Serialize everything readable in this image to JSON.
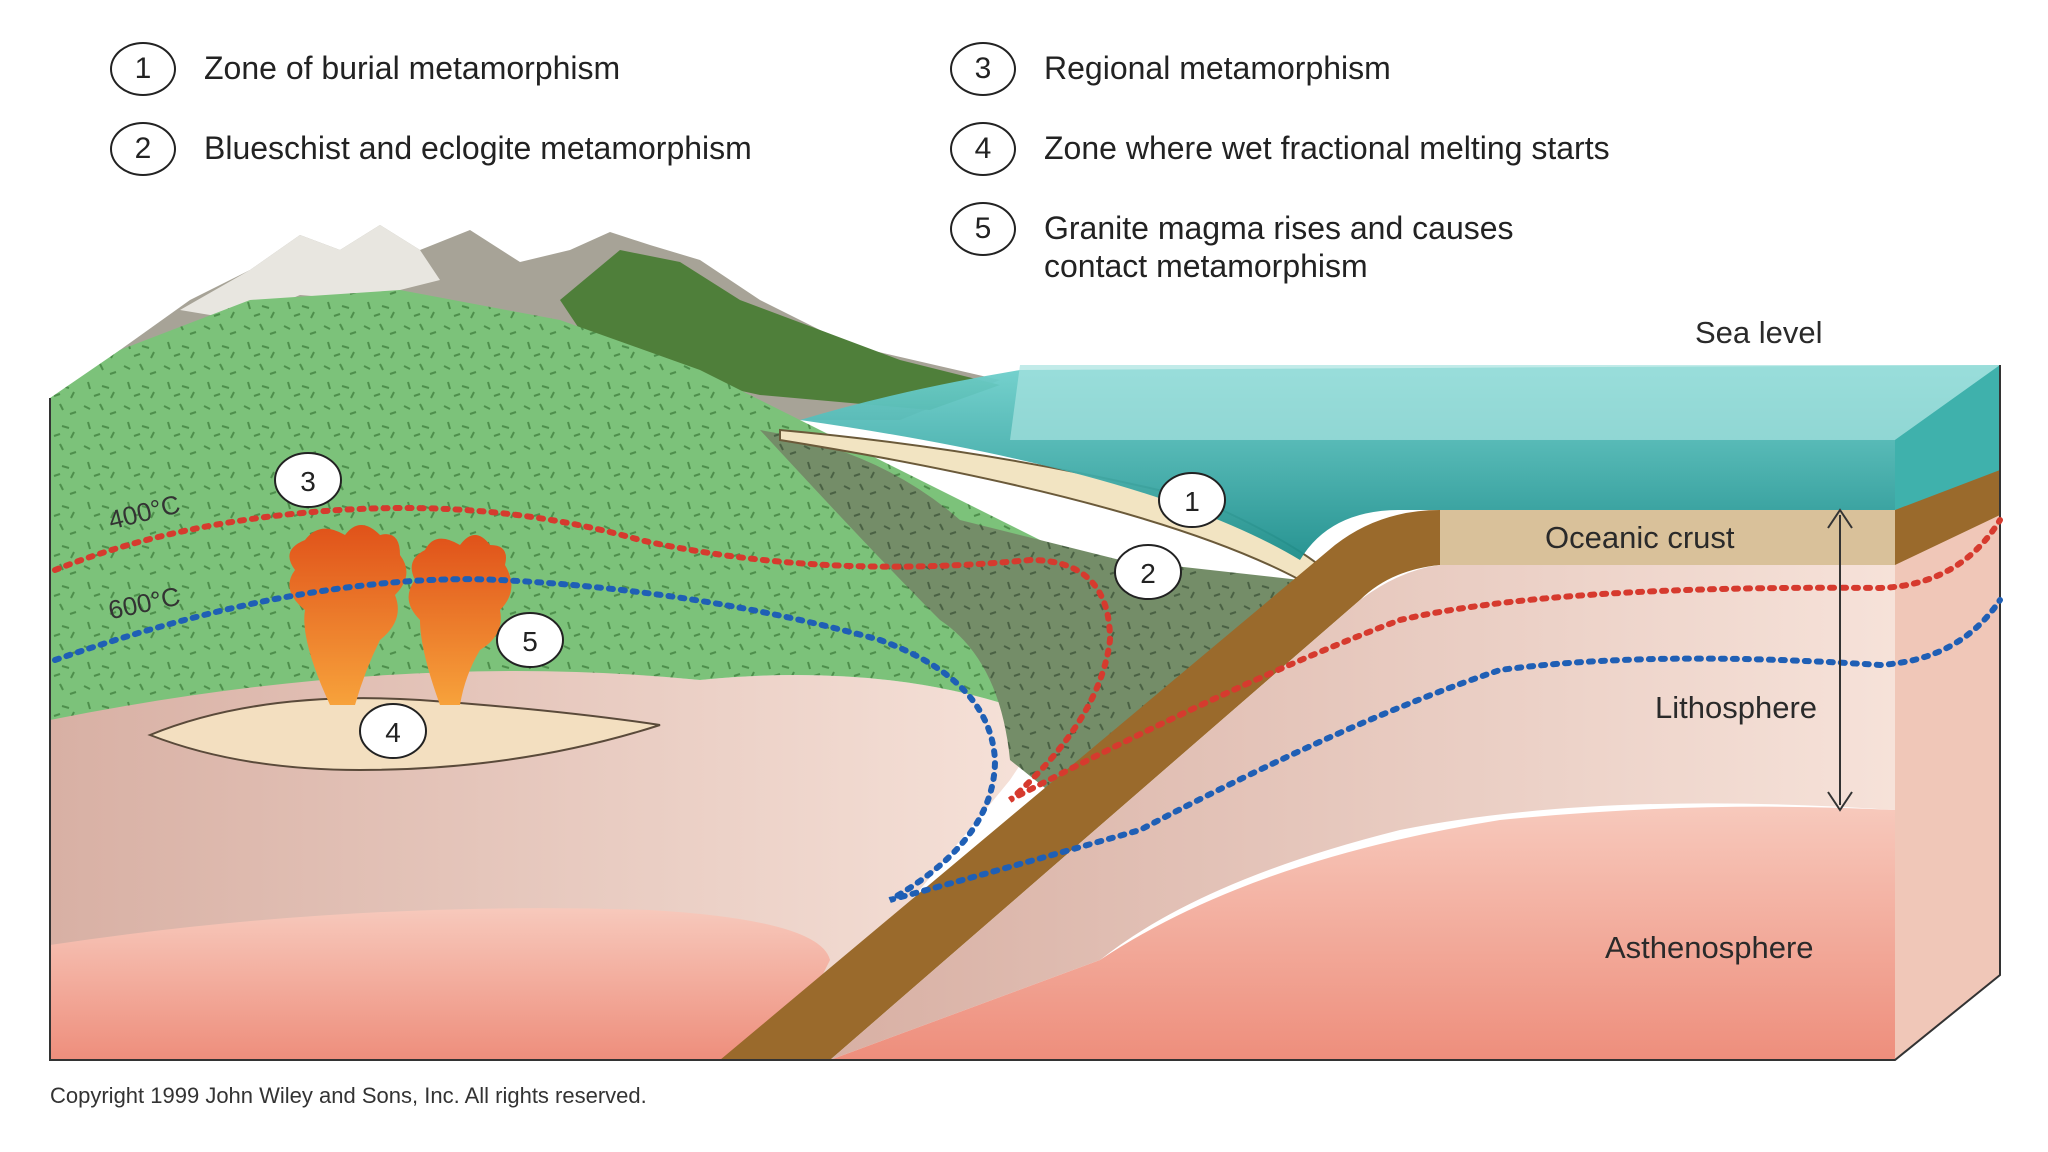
{
  "legend": [
    {
      "num": "1",
      "text": "Zone of burial metamorphism"
    },
    {
      "num": "2",
      "text": "Blueschist and eclogite metamorphism"
    },
    {
      "num": "3",
      "text": "Regional metamorphism"
    },
    {
      "num": "4",
      "text": "Zone where wet fractional melting starts"
    },
    {
      "num": "5",
      "text": "Granite magma rises and causes\ncontact metamorphism"
    }
  ],
  "labels": {
    "sea_level": "Sea level",
    "oceanic_crust": "Oceanic crust",
    "lithosphere": "Lithosphere",
    "asthenosphere": "Asthenosphere",
    "isotherm_400": "400°C",
    "isotherm_600": "600°C"
  },
  "markers": [
    "1",
    "2",
    "3",
    "4",
    "5"
  ],
  "copyright": "Copyright 1999 John Wiley and Sons, Inc. All rights reserved.",
  "colors": {
    "continental_crust": "#7cc27a",
    "metamorphic_zone": "#6f8a64",
    "lithosphere": "#e8c9bd",
    "asthenosphere": "#f2a494",
    "oceanic_crust": "#9a6a2c",
    "sea": "#2ba3a0",
    "isotherm_400": "#d63a2e",
    "isotherm_600": "#1f5fb5",
    "magma": "#e8661e"
  }
}
